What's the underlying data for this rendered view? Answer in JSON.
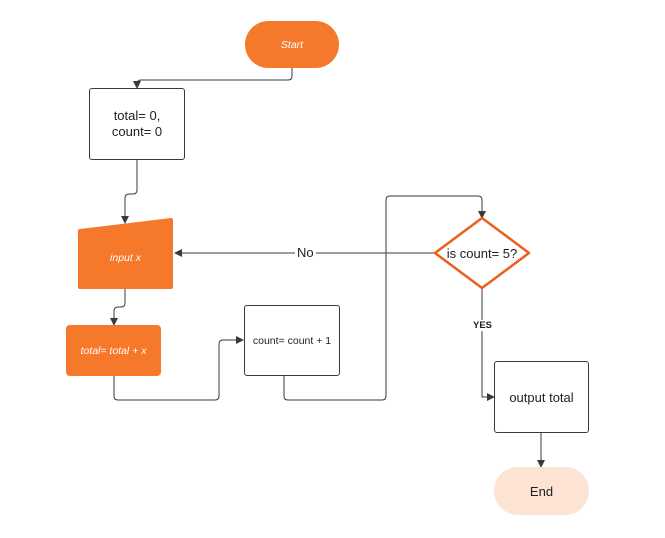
{
  "colors": {
    "accent": "#f6782a",
    "end_fill": "#fde3d3",
    "diamond_stroke": "#e8601c",
    "line": "#3a3a3a"
  },
  "nodes": {
    "start": "Start",
    "init_line1": "total= 0,",
    "init_line2": "count= 0",
    "input": "input x",
    "add": "total= total + x",
    "increment": "count= count + 1",
    "decision": "is count= 5?",
    "output": "output total",
    "end": "End"
  },
  "edges": {
    "no_label": "No",
    "yes_label": "YES"
  }
}
